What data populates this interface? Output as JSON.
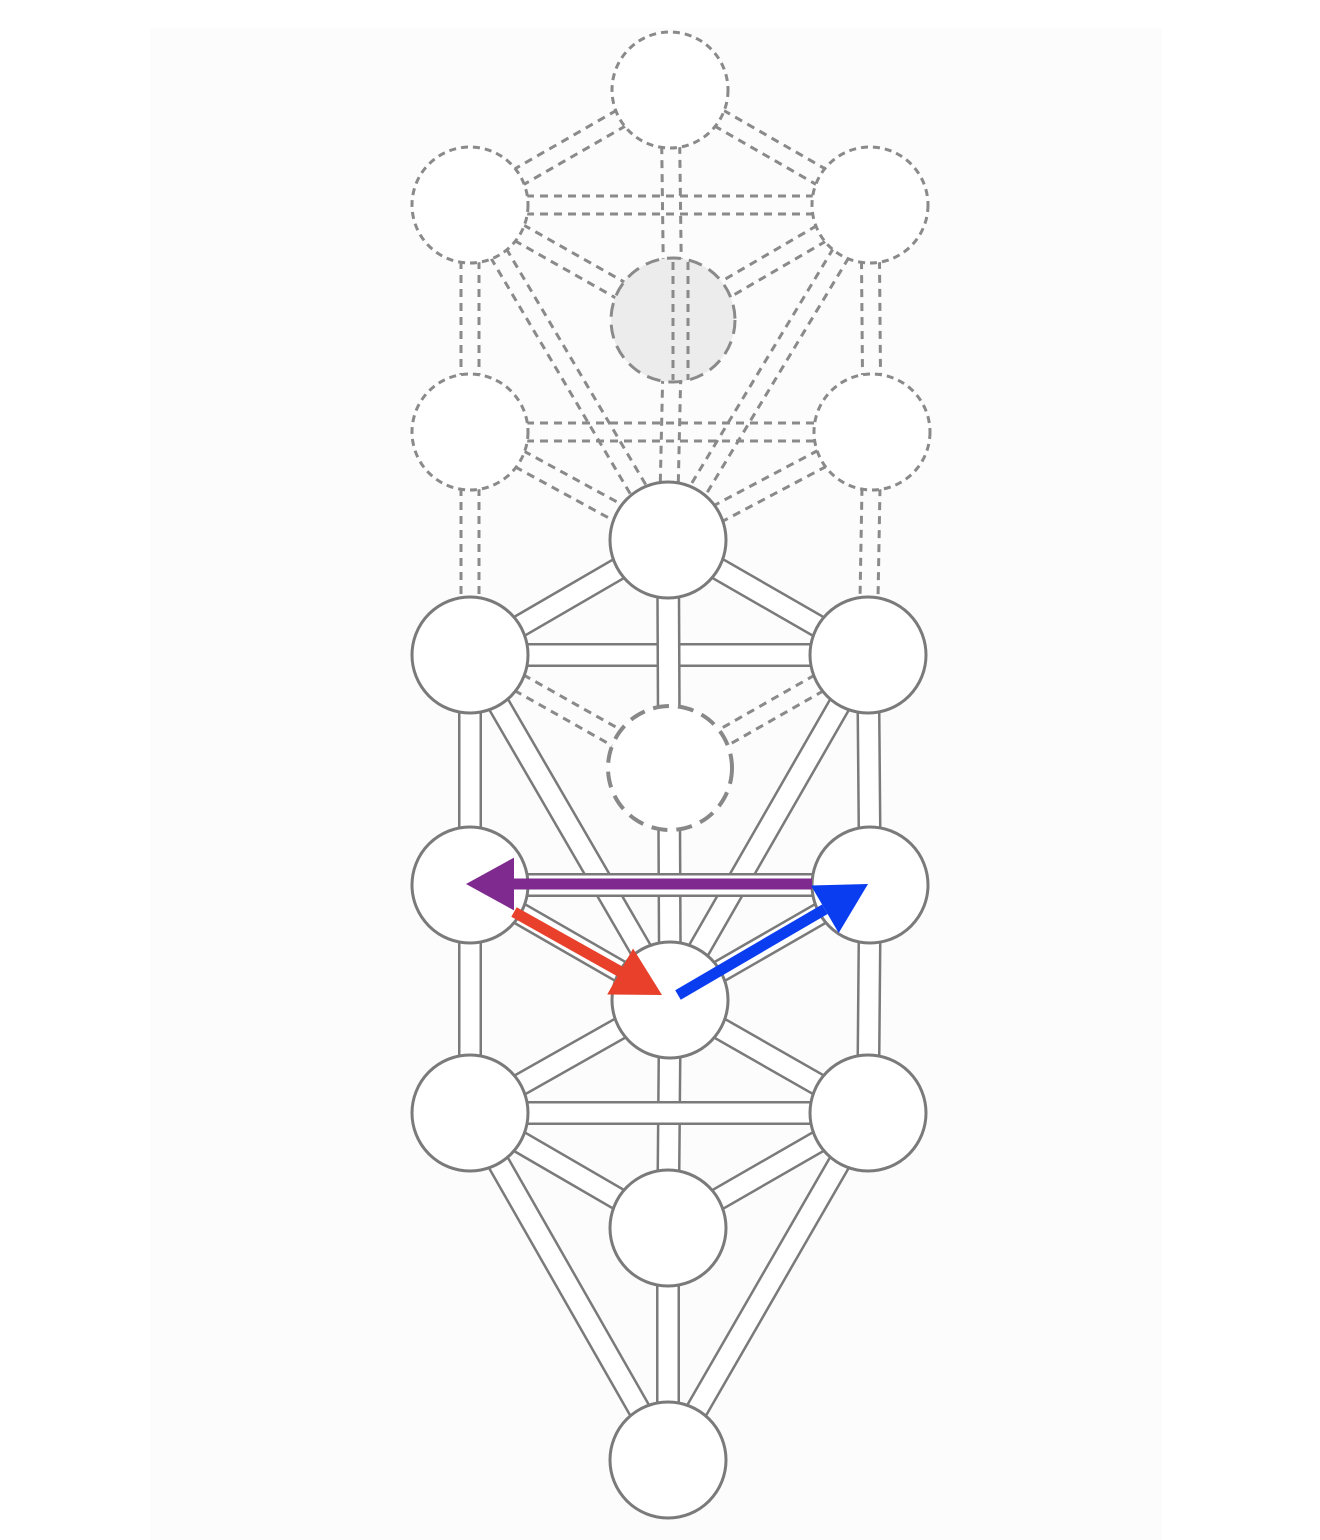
{
  "diagram": {
    "colors": {
      "background": "#ffffff",
      "panel": "#fcfcfc",
      "solid_line": "#7a7a7a",
      "dashed_line": "#8a8a8a",
      "node_fill": "#ffffff",
      "shaded_node_fill": "#ececec",
      "arrow_purple": "#7f2a8f",
      "arrow_red": "#e8402a",
      "arrow_blue": "#0a3df0"
    },
    "upper_tree": {
      "style": "dashed",
      "node_count": 7,
      "shaded_node": "upper-center"
    },
    "lower_tree": {
      "style": "solid",
      "node_count": 10,
      "dashed_node": "middle-center"
    },
    "arrows": [
      {
        "name": "purple",
        "from": "right-middle-node",
        "to": "left-middle-node"
      },
      {
        "name": "red",
        "from": "left-middle-node",
        "to": "center-node"
      },
      {
        "name": "blue",
        "from": "center-node",
        "to": "right-middle-node"
      }
    ]
  }
}
